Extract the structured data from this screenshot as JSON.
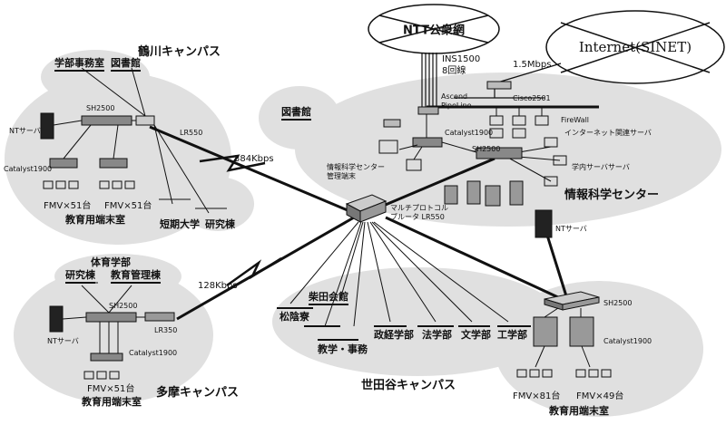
{
  "clouds": {
    "ntt": "NTT公衆網",
    "internet": "Internet(SINET)"
  },
  "campuses": {
    "tsurukawa": "鶴川キャンパス",
    "tama": "多摩キャンパス",
    "setagaya": "世田谷キャンパス",
    "center": "情報科学センター"
  },
  "tsurukawa": {
    "office": "学部事務室",
    "library": "図書館",
    "nt_server": "NTサーバ",
    "switch": "SH2500",
    "router": "LR550",
    "catalyst": "Catalyst1900",
    "fmv_left": "FMV×51台",
    "fmv_right": "FMV×51台",
    "terminal_room": "教育用端末室",
    "junior_college": "短期大学",
    "research": "研究棟"
  },
  "links": {
    "tsurukawa_speed": "384Kbps",
    "tama_speed": "128Kbps",
    "internet_speed": "1.5Mbps",
    "ins": "INS1500",
    "lines": "8回線"
  },
  "center": {
    "library": "図書館",
    "ascend": "Ascend PipeLine",
    "cisco": "Cisco2501",
    "firewall": "FireWall",
    "inet_server": "インターネット関連サーバ",
    "catalyst": "Catalyst1900",
    "switch": "SH2500",
    "mgmt_terminal": "情報科学センター 管理端末",
    "campus_server": "学内サーバサーバ",
    "nt_server": "NTサーバ"
  },
  "multi_router": "マルチプロトコル ブルータ LR550",
  "tama": {
    "faculty": "体育学部",
    "research": "研究棟",
    "edu_building": "教育管理棟",
    "switch": "SH2500",
    "router": "LR350",
    "nt_server": "NTサーバ",
    "catalyst": "Catalyst1900",
    "fmv": "FMV×51台",
    "terminal_room": "教育用端末室"
  },
  "setagaya": {
    "shibata": "柴田会館",
    "shoin": "松陰寮",
    "edu_office": "教学・事務",
    "politics": "政経学部",
    "law": "法学部",
    "letters": "文学部",
    "engineering": "工学部",
    "switch": "SH2500",
    "catalyst": "Catalyst1900",
    "fmv_left": "FMV×81台",
    "fmv_right": "FMV×49台",
    "terminal_room": "教育用端末室"
  }
}
